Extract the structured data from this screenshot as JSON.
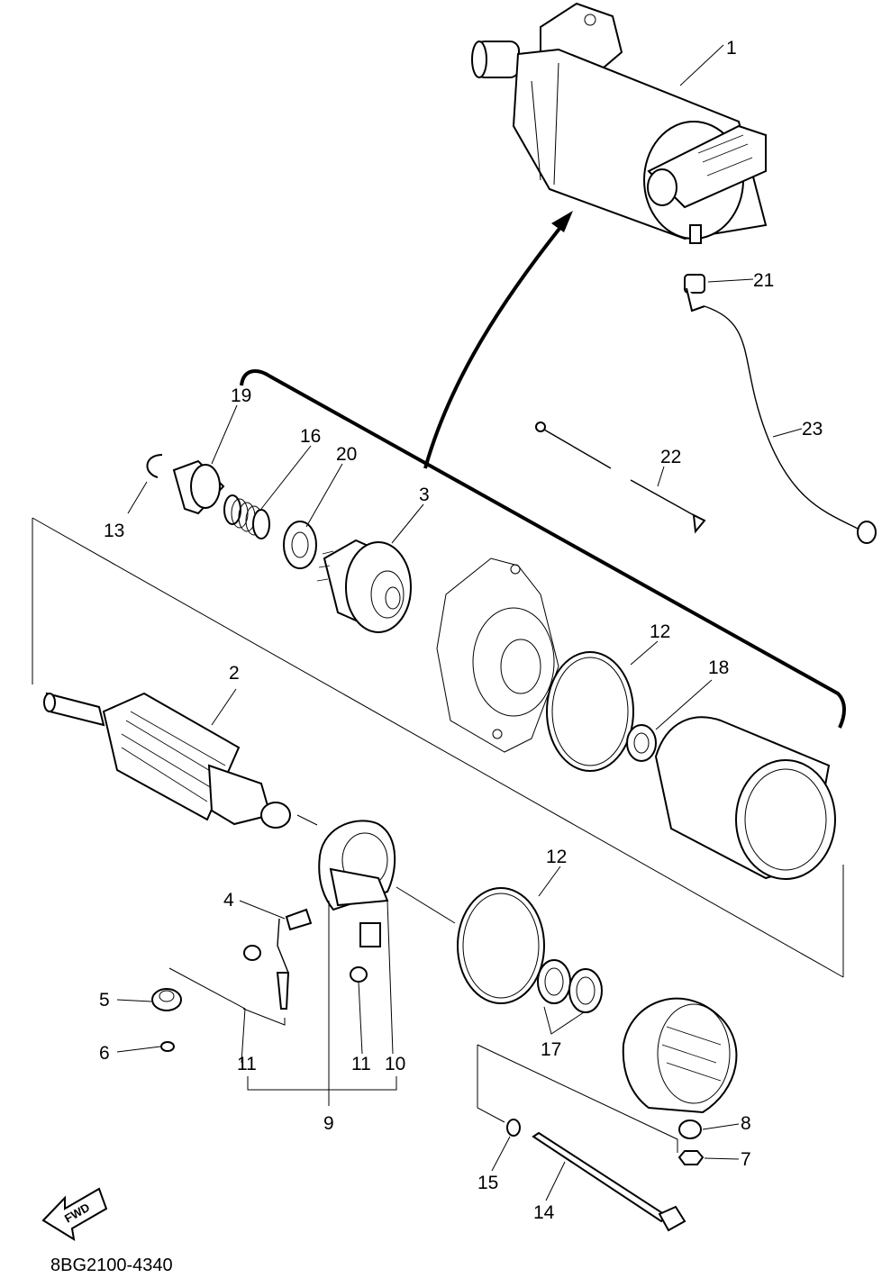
{
  "callouts": {
    "c1": "1",
    "c2": "2",
    "c3": "3",
    "c4": "4",
    "c5": "5",
    "c6": "6",
    "c7": "7",
    "c8": "8",
    "c9": "9",
    "c10": "10",
    "c11a": "11",
    "c11b": "11",
    "c12a": "12",
    "c12b": "12",
    "c13": "13",
    "c14": "14",
    "c15": "15",
    "c16": "16",
    "c17": "17",
    "c18": "18",
    "c19": "19",
    "c20": "20",
    "c21": "21",
    "c22": "22",
    "c23": "23"
  },
  "fwd_label": "FWD",
  "diagram_code": "8BG2100-4340"
}
